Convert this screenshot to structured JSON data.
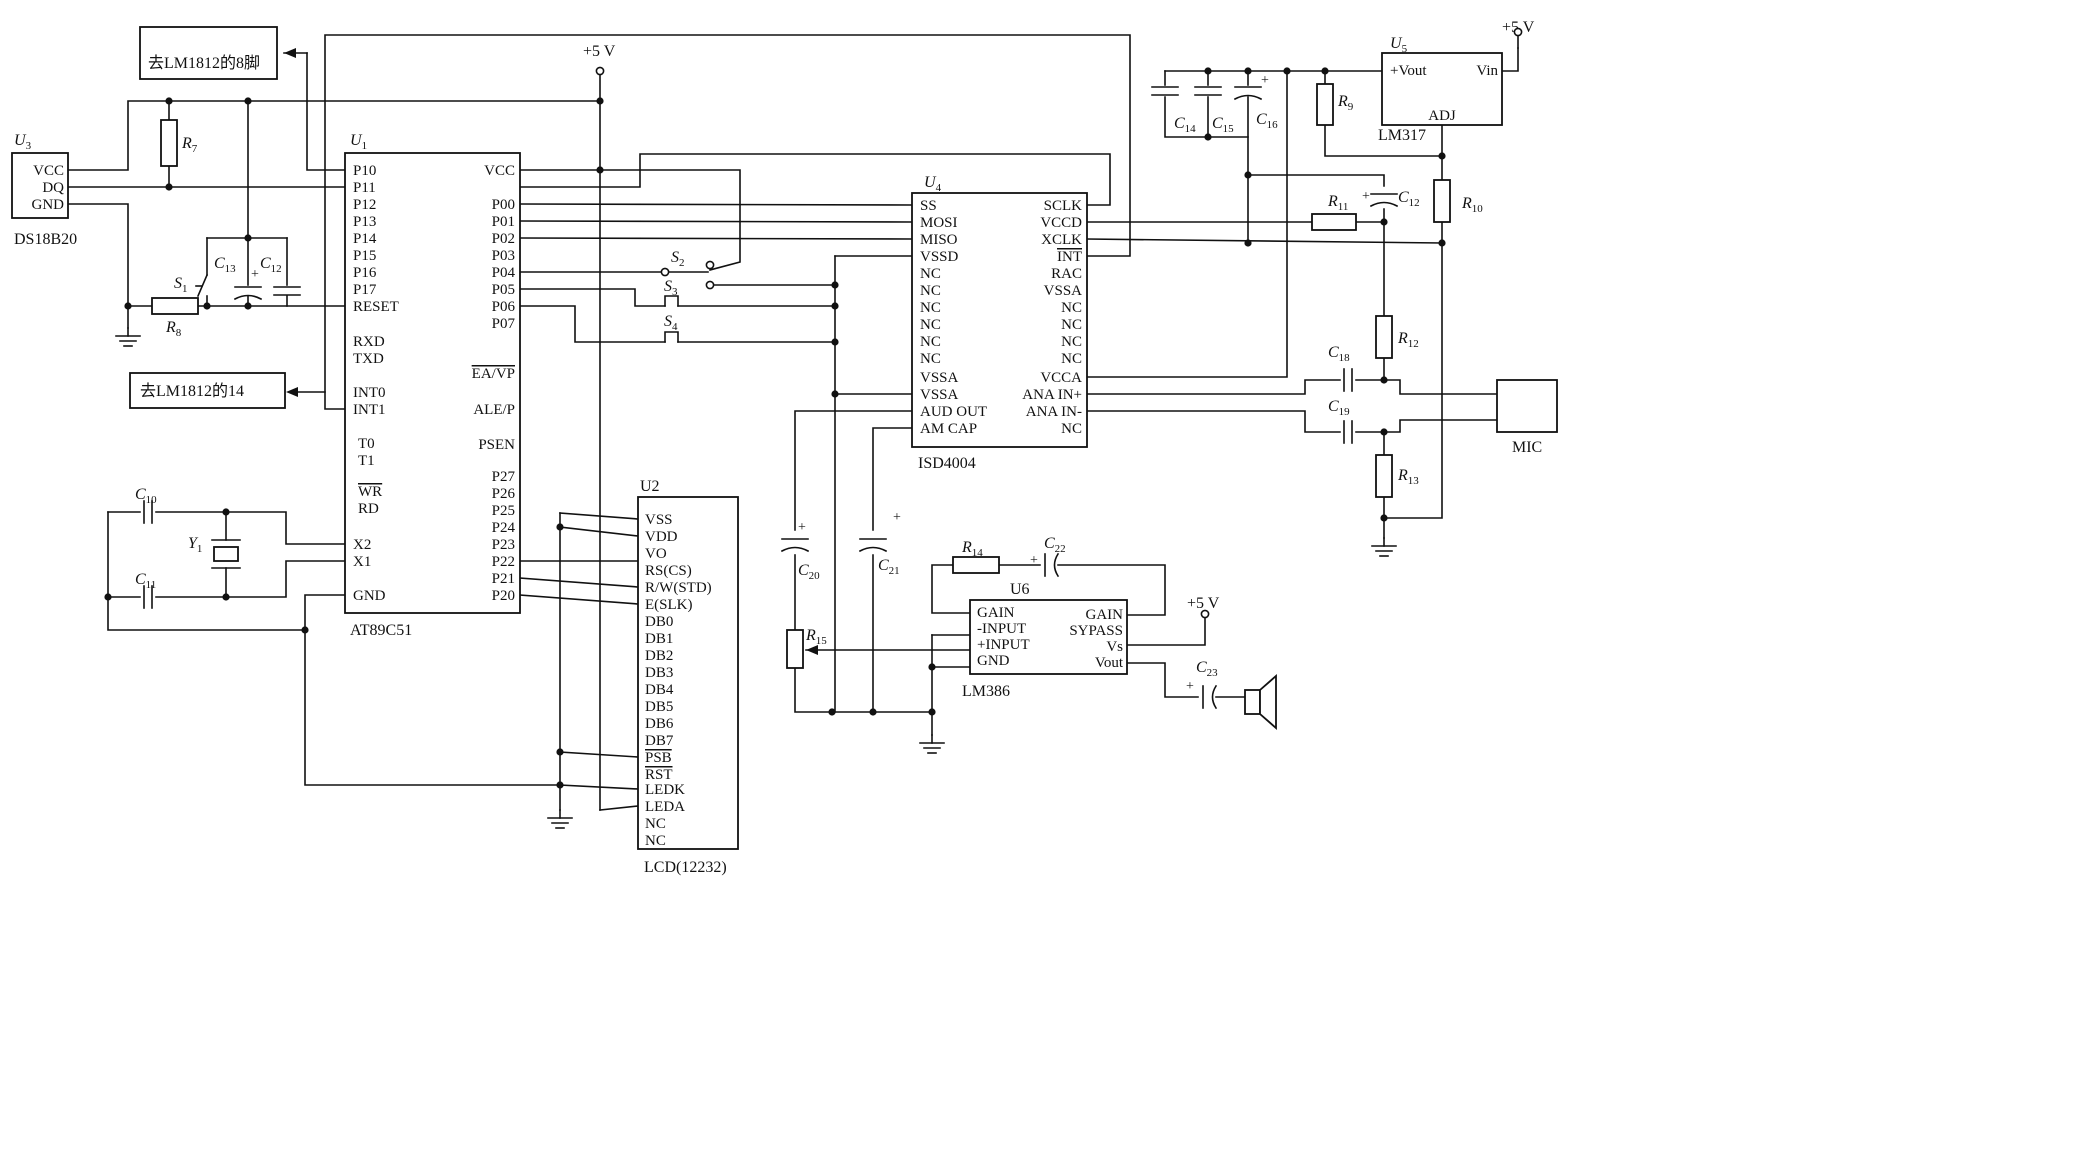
{
  "supply": {
    "vcc_label": "+5 V",
    "vcc_label_lm317": "+5 V",
    "vcc_label_lm386": "+5 V"
  },
  "u3": {
    "ref": "U",
    "sub": "3",
    "name": "DS18B20",
    "pins": [
      "VCC",
      "DQ",
      "GND"
    ]
  },
  "notes": {
    "lm8": "去LM1812的8脚",
    "lm14": "去LM1812的14"
  },
  "u1": {
    "ref": "U",
    "sub": "1",
    "name": "AT89C51",
    "left_pins": [
      "P10",
      "P11",
      "P12",
      "P13",
      "P14",
      "P15",
      "P16",
      "P17",
      "RESET",
      "RXD",
      "TXD",
      "INT0",
      "INT1",
      "T0",
      "T1",
      "WR",
      "RD",
      "X2",
      "X1",
      "GND"
    ],
    "right_pins": [
      "VCC",
      "P00",
      "P01",
      "P02",
      "P03",
      "P04",
      "P05",
      "P06",
      "P07",
      "EA/VP",
      "ALE/P",
      "PSEN",
      "P27",
      "P26",
      "P25",
      "P24",
      "P23",
      "P22",
      "P21",
      "P20"
    ]
  },
  "u2": {
    "ref": "U2",
    "name": "LCD(12232)",
    "pins": [
      "VSS",
      "VDD",
      "VO",
      "RS(CS)",
      "R/W(STD)",
      "E(SLK)",
      "DB0",
      "DB1",
      "DB2",
      "DB3",
      "DB4",
      "DB5",
      "DB6",
      "DB7",
      "PSB",
      "RST",
      "LEDK",
      "LEDA",
      "NC",
      "NC"
    ]
  },
  "u4": {
    "ref": "U",
    "sub": "4",
    "name": "ISD4004",
    "left_pins": [
      "SS",
      "MOSI",
      "MISO",
      "VSSD",
      "NC",
      "NC",
      "NC",
      "NC",
      "NC",
      "NC",
      "VSSA",
      "VSSA",
      "AUD OUT",
      "AM CAP"
    ],
    "right_pins": [
      "SCLK",
      "VCCD",
      "XCLK",
      "INT",
      "RAC",
      "VSSA",
      "NC",
      "NC",
      "NC",
      "NC",
      "VCCA",
      "ANA IN+",
      "ANA IN-",
      "NC"
    ]
  },
  "u5": {
    "ref": "U",
    "sub": "5",
    "name": "LM317",
    "vout": "+Vout",
    "vin": "Vin",
    "adj": "ADJ"
  },
  "u6": {
    "ref": "U6",
    "name": "LM386",
    "left_pins": [
      "GAIN",
      "-INPUT",
      "+INPUT",
      "GND"
    ],
    "right_pins": [
      "GAIN",
      "SYPASS",
      "Vs",
      "Vout"
    ]
  },
  "mic": {
    "label": "MIC"
  },
  "y1": {
    "ref": "Y",
    "sub": "1"
  },
  "switches": [
    {
      "ref": "S",
      "sub": "1"
    },
    {
      "ref": "S",
      "sub": "2"
    },
    {
      "ref": "S",
      "sub": "3"
    },
    {
      "ref": "S",
      "sub": "4"
    }
  ],
  "resistors": [
    {
      "ref": "R",
      "sub": "7"
    },
    {
      "ref": "R",
      "sub": "8"
    },
    {
      "ref": "R",
      "sub": "9"
    },
    {
      "ref": "R",
      "sub": "10"
    },
    {
      "ref": "R",
      "sub": "11"
    },
    {
      "ref": "R",
      "sub": "12"
    },
    {
      "ref": "R",
      "sub": "13"
    },
    {
      "ref": "R",
      "sub": "14"
    },
    {
      "ref": "R",
      "sub": "15"
    }
  ],
  "capacitors": [
    {
      "ref": "C",
      "sub": "10"
    },
    {
      "ref": "C",
      "sub": "11"
    },
    {
      "ref": "C",
      "sub": "12"
    },
    {
      "ref": "C",
      "sub": "12"
    },
    {
      "ref": "C",
      "sub": "13"
    },
    {
      "ref": "C",
      "sub": "14"
    },
    {
      "ref": "C",
      "sub": "15"
    },
    {
      "ref": "C",
      "sub": "16"
    },
    {
      "ref": "C",
      "sub": "18"
    },
    {
      "ref": "C",
      "sub": "19"
    },
    {
      "ref": "C",
      "sub": "20"
    },
    {
      "ref": "C",
      "sub": "21"
    },
    {
      "ref": "C",
      "sub": "22"
    },
    {
      "ref": "C",
      "sub": "23"
    }
  ],
  "polarity": {
    "plus": "+"
  }
}
